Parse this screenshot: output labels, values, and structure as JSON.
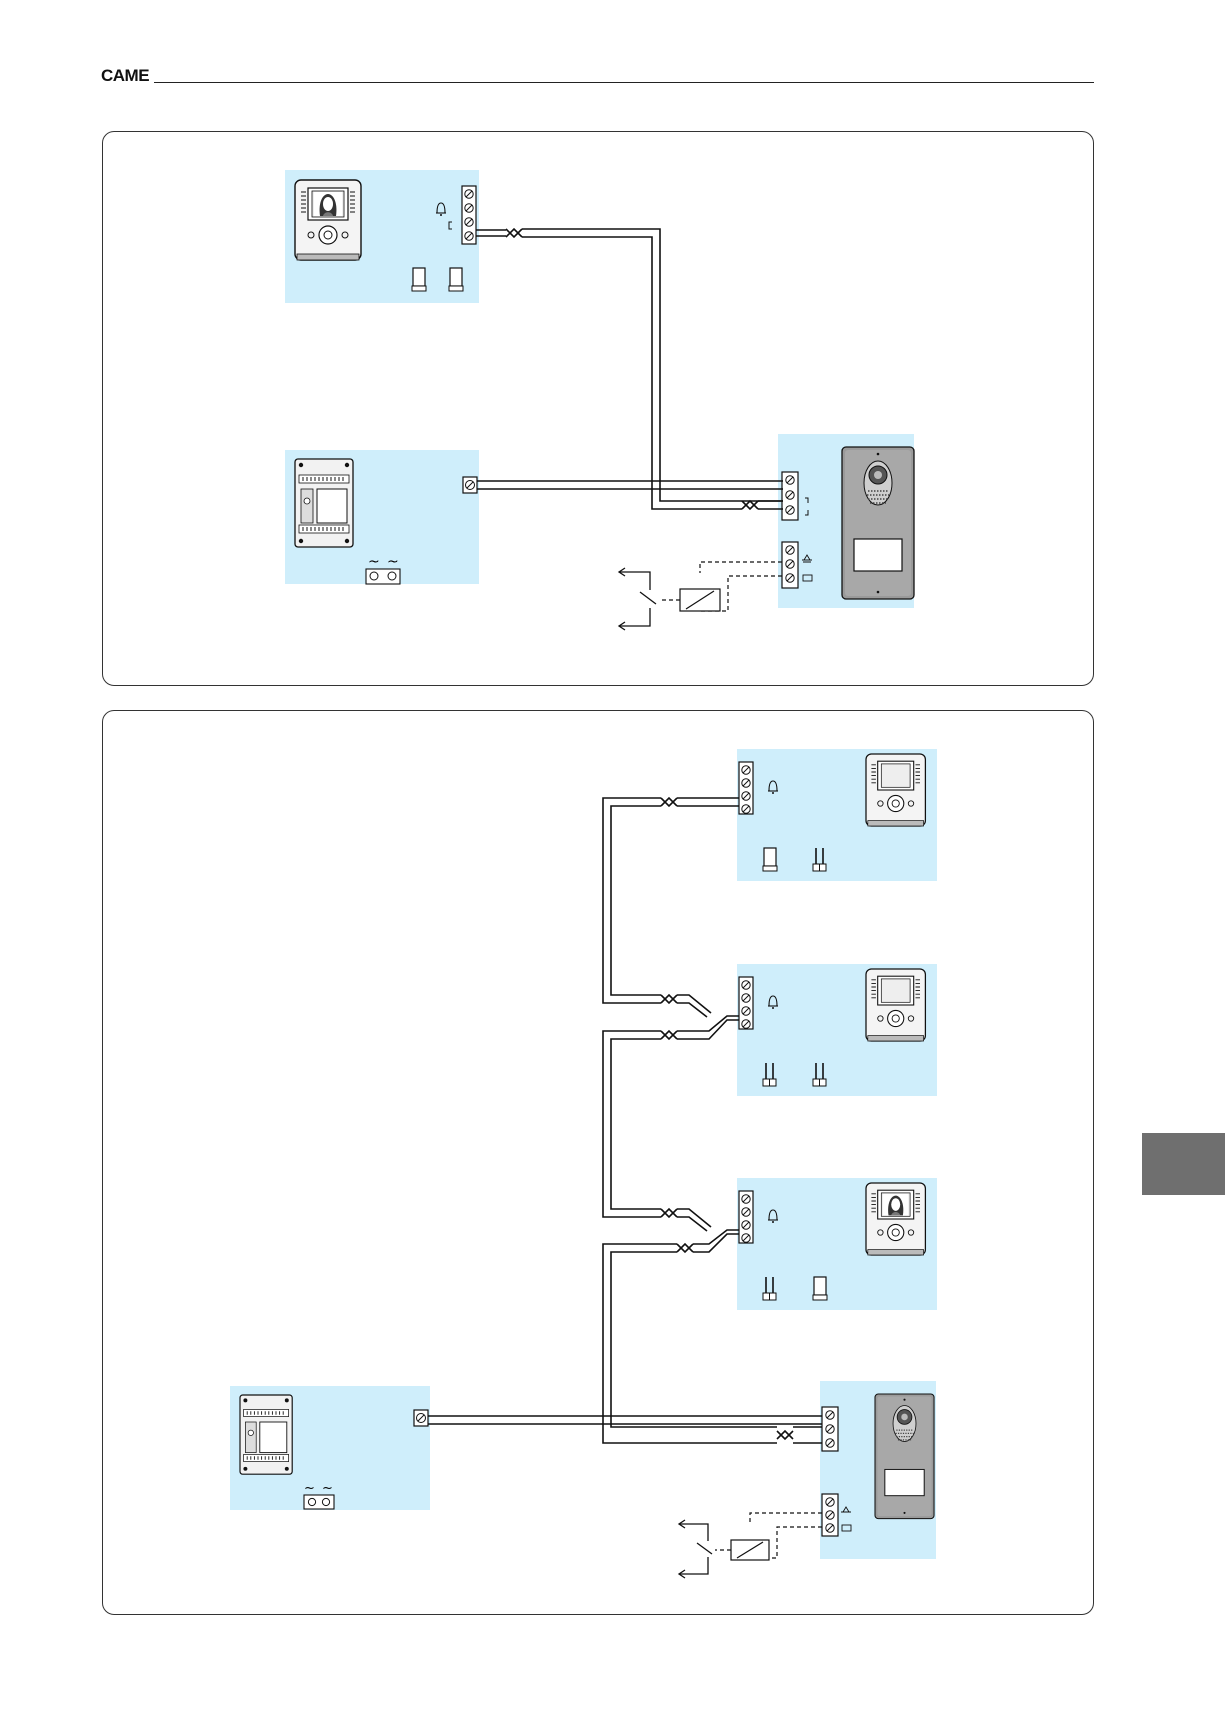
{
  "header": {
    "brand": "CAME"
  },
  "colors": {
    "zone": "#cfeefb",
    "line": "#111111",
    "plate": "#9a9a9a",
    "tab": "#6f6f6f"
  },
  "diagrams": [
    {
      "id": "diagram-1",
      "devices": [
        "video-monitor",
        "power-supply",
        "entry-panel",
        "door-lock-relay"
      ],
      "monitors": 1
    },
    {
      "id": "diagram-2",
      "devices": [
        "video-monitor",
        "video-monitor",
        "video-monitor",
        "power-supply",
        "entry-panel",
        "door-lock-relay"
      ],
      "monitors": 3
    }
  ],
  "symbols": {
    "tilde": "~",
    "bell": "bell-icon",
    "ground": "ground-icon",
    "lock": "lock-icon"
  }
}
